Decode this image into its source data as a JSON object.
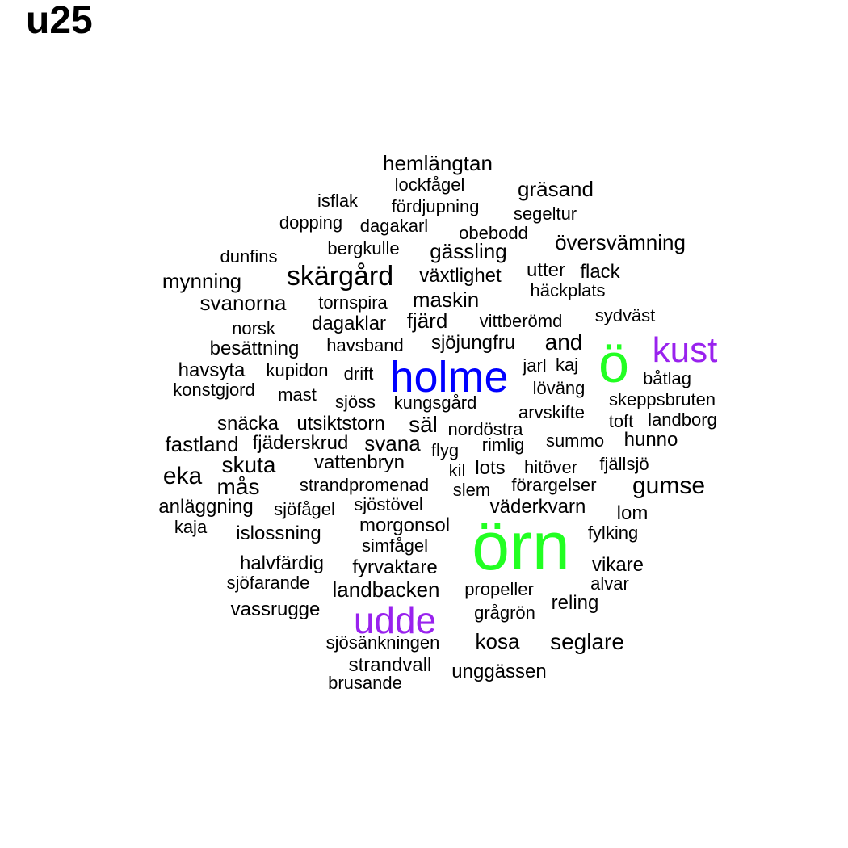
{
  "title": "u25",
  "colors": {
    "default": "#000000",
    "blue": "#0000ff",
    "green": "#22ff22",
    "purple": "#9922ee"
  },
  "words": [
    {
      "text": "örn",
      "color": "green"
    },
    {
      "text": "ö",
      "color": "green"
    },
    {
      "text": "holme",
      "color": "blue"
    },
    {
      "text": "udde",
      "color": "purple"
    },
    {
      "text": "kust",
      "color": "purple"
    },
    {
      "text": "hemlängtan"
    },
    {
      "text": "lockfågel"
    },
    {
      "text": "gräsand"
    },
    {
      "text": "isflak"
    },
    {
      "text": "fördjupning"
    },
    {
      "text": "segeltur"
    },
    {
      "text": "dopping"
    },
    {
      "text": "dagakarl"
    },
    {
      "text": "obebodd"
    },
    {
      "text": "bergkulle"
    },
    {
      "text": "gässling"
    },
    {
      "text": "översvämning"
    },
    {
      "text": "dunfins"
    },
    {
      "text": "skärgård"
    },
    {
      "text": "växtlighet"
    },
    {
      "text": "utter"
    },
    {
      "text": "flack"
    },
    {
      "text": "mynning"
    },
    {
      "text": "häckplats"
    },
    {
      "text": "svanorna"
    },
    {
      "text": "tornspira"
    },
    {
      "text": "maskin"
    },
    {
      "text": "sydväst"
    },
    {
      "text": "norsk"
    },
    {
      "text": "dagaklar"
    },
    {
      "text": "fjärd"
    },
    {
      "text": "vittberömd"
    },
    {
      "text": "besättning"
    },
    {
      "text": "havsband"
    },
    {
      "text": "sjöjungfru"
    },
    {
      "text": "and"
    },
    {
      "text": "havsyta"
    },
    {
      "text": "kupidon"
    },
    {
      "text": "drift"
    },
    {
      "text": "jarl"
    },
    {
      "text": "kaj"
    },
    {
      "text": "båtlag"
    },
    {
      "text": "konstgjord"
    },
    {
      "text": "mast"
    },
    {
      "text": "löväng"
    },
    {
      "text": "sjöss"
    },
    {
      "text": "kungsgård"
    },
    {
      "text": "skeppsbruten"
    },
    {
      "text": "arvskifte"
    },
    {
      "text": "snäcka"
    },
    {
      "text": "utsiktstorn"
    },
    {
      "text": "säl"
    },
    {
      "text": "nordöstra"
    },
    {
      "text": "toft"
    },
    {
      "text": "landborg"
    },
    {
      "text": "fastland"
    },
    {
      "text": "fjäderskrud"
    },
    {
      "text": "svana"
    },
    {
      "text": "rimlig"
    },
    {
      "text": "summo"
    },
    {
      "text": "hunno"
    },
    {
      "text": "flyg"
    },
    {
      "text": "skuta"
    },
    {
      "text": "vattenbryn"
    },
    {
      "text": "kil"
    },
    {
      "text": "lots"
    },
    {
      "text": "hitöver"
    },
    {
      "text": "fjällsjö"
    },
    {
      "text": "eka"
    },
    {
      "text": "mås"
    },
    {
      "text": "strandpromenad"
    },
    {
      "text": "slem"
    },
    {
      "text": "förargelser"
    },
    {
      "text": "gumse"
    },
    {
      "text": "anläggning"
    },
    {
      "text": "sjöfågel"
    },
    {
      "text": "sjöstövel"
    },
    {
      "text": "väderkvarn"
    },
    {
      "text": "lom"
    },
    {
      "text": "kaja"
    },
    {
      "text": "islossning"
    },
    {
      "text": "morgonsol"
    },
    {
      "text": "fylking"
    },
    {
      "text": "simfågel"
    },
    {
      "text": "halvfärdig"
    },
    {
      "text": "fyrvaktare"
    },
    {
      "text": "vikare"
    },
    {
      "text": "sjöfarande"
    },
    {
      "text": "landbacken"
    },
    {
      "text": "propeller"
    },
    {
      "text": "alvar"
    },
    {
      "text": "reling"
    },
    {
      "text": "vassrugge"
    },
    {
      "text": "grågrön"
    },
    {
      "text": "sjösänkningen"
    },
    {
      "text": "kosa"
    },
    {
      "text": "seglare"
    },
    {
      "text": "strandvall"
    },
    {
      "text": "unggässen"
    },
    {
      "text": "brusande"
    }
  ]
}
